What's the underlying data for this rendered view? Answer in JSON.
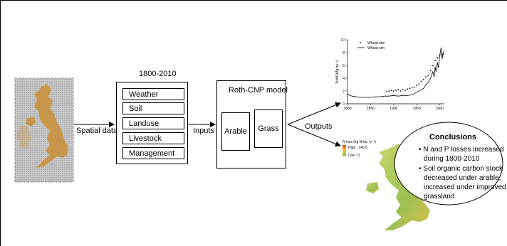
{
  "period_title": "1800-2010",
  "spatial_label": "Spatial data",
  "inputs_label": "Inputs",
  "outputs_label": "Outputs",
  "input_items": [
    "Weather",
    "Soil",
    "Landuse",
    "Livestock",
    "Management"
  ],
  "model": {
    "title": "Roth-CNP model",
    "sub": [
      "Arable",
      "Grass"
    ]
  },
  "conclusions": {
    "title": "Conclusions",
    "lines": [
      "• N and P losses increased",
      "during 1800-2010",
      "• Soil organic carbon stock",
      "decreased under arable;",
      "increased under improved",
      "grassland"
    ]
  },
  "map_legend": {
    "title": "N loss (kg N ha⁻¹y⁻¹)",
    "high": "High : 140.5",
    "low": "Low : 0"
  },
  "colors": {
    "uk_map": "#c8964a",
    "grid": "#b9b9b9",
    "nloss_low": "#8fb84a",
    "nloss_high": "#e0b030"
  },
  "chart_data": {
    "type": "line",
    "xlabel": "",
    "ylabel": "Yield (Mg ha⁻¹)",
    "xlim": [
      1800,
      2010
    ],
    "ylim": [
      0,
      10
    ],
    "x_ticks": [
      "1800",
      "1850",
      "1900",
      "1950",
      "2000"
    ],
    "y_ticks": [
      "0",
      "2",
      "4",
      "6",
      "8",
      "10"
    ],
    "legend_position": "top-left",
    "series": [
      {
        "name": "Wheat-obs",
        "style": "dots",
        "x": [
          1885,
          1890,
          1895,
          1900,
          1905,
          1910,
          1915,
          1920,
          1925,
          1930,
          1935,
          1940,
          1945,
          1950,
          1955,
          1960,
          1965,
          1970,
          1975,
          1980,
          1985,
          1990,
          1995,
          2000,
          2005,
          2008
        ],
        "y": [
          1.9,
          2.0,
          2.1,
          2.0,
          2.1,
          2.2,
          2.0,
          2.2,
          2.1,
          2.3,
          2.4,
          2.5,
          2.6,
          2.9,
          3.1,
          3.5,
          3.8,
          4.2,
          4.4,
          5.2,
          6.0,
          6.8,
          7.2,
          7.6,
          7.7,
          7.8
        ]
      },
      {
        "name": "Wheat-sim",
        "style": "line",
        "x": [
          1800,
          1805,
          1810,
          1820,
          1830,
          1840,
          1850,
          1860,
          1870,
          1880,
          1890,
          1900,
          1910,
          1920,
          1930,
          1940,
          1950,
          1960,
          1965,
          1970,
          1975,
          1980,
          1985,
          1988,
          1990,
          1992,
          1995,
          1997,
          2000,
          2003,
          2005,
          2008
        ],
        "y": [
          1.6,
          1.3,
          1.2,
          1.1,
          1.0,
          1.0,
          1.0,
          1.1,
          1.1,
          1.2,
          1.2,
          1.3,
          1.2,
          1.3,
          1.3,
          1.4,
          1.8,
          2.2,
          2.4,
          3.0,
          3.3,
          4.0,
          5.0,
          4.2,
          5.8,
          5.0,
          6.5,
          5.6,
          7.5,
          8.8,
          7.0,
          8.2
        ]
      }
    ]
  }
}
